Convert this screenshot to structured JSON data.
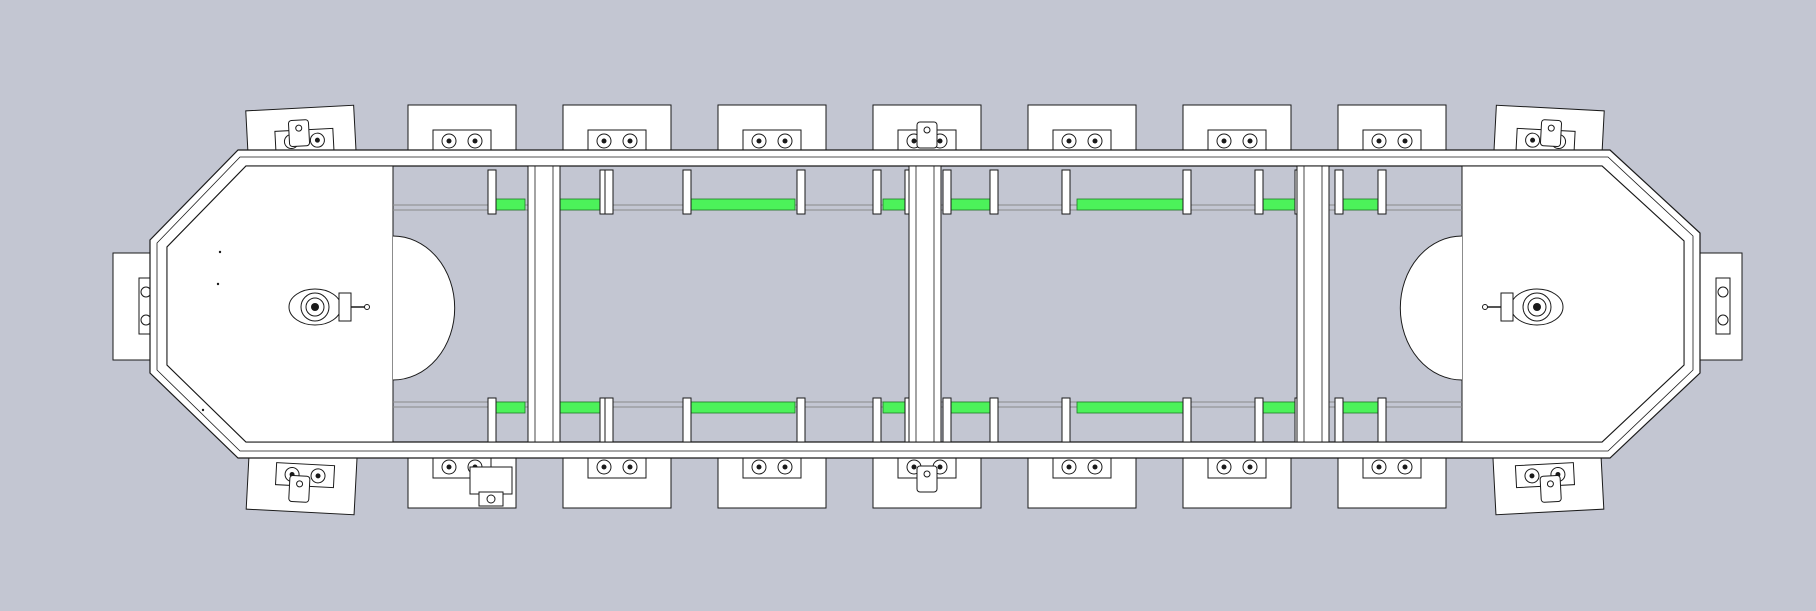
{
  "viewport": {
    "background_color": "#c3c6d2"
  },
  "drawing": {
    "line_color": "#1a1a1a",
    "fill_color": "#ffffff",
    "belt_color": "#4cf25a",
    "belt_outline_color": "#1e7a26",
    "hidden_line_color": "#8a8a8a",
    "top_station_count": 9,
    "bottom_station_count": 9,
    "top_belt_segment_count": 7,
    "bottom_belt_segment_count": 7,
    "cross_member_count": 3,
    "end_drive_count": 2
  }
}
